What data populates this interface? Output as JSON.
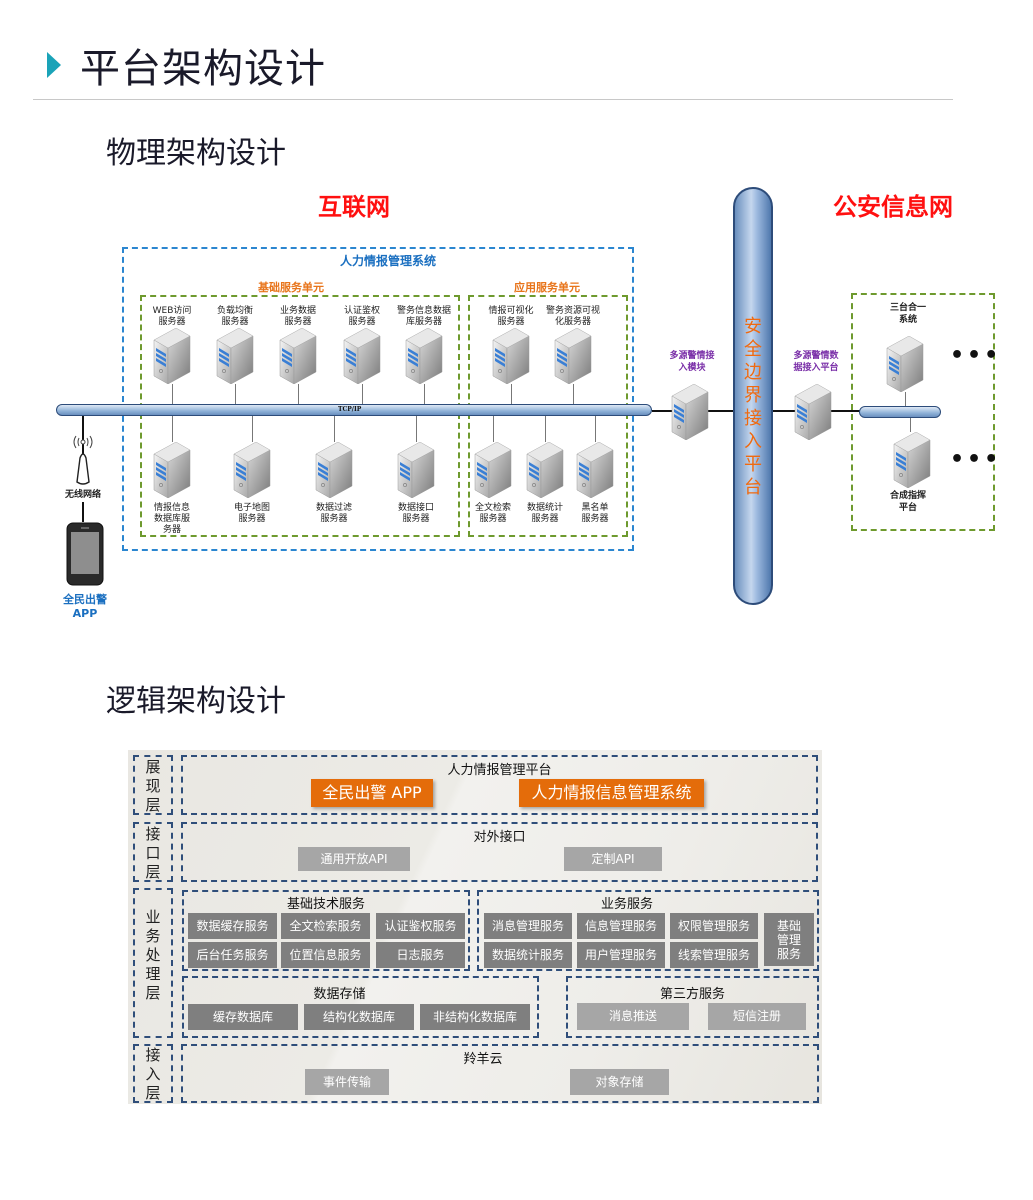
{
  "header": {
    "title": "平台架构设计",
    "arrow_color": "#1aa3b8"
  },
  "physical": {
    "section_title": "物理架构设计",
    "internet_label": "互联网",
    "police_net_label": "公安信息网",
    "system_title": "人力情报管理系统",
    "basic_unit_title": "基础服务单元",
    "app_unit_title": "应用服务单元",
    "bus_label": "TCP/IP",
    "basic_top_servers": [
      "WEB访问\n服务器",
      "负载均衡\n服务器",
      "业务数据\n服务器",
      "认证鉴权\n服务器",
      "警务信息数据\n库服务器"
    ],
    "basic_bottom_servers": [
      "情报信息\n数据库服\n务器",
      "电子地图\n服务器",
      "数据过滤\n服务器",
      "数据接口\n服务器"
    ],
    "app_top_servers": [
      "情报可视化\n服务器",
      "警务资源可视\n化服务器"
    ],
    "app_bottom_servers": [
      "全文检索\n服务器",
      "数据统计\n服务器",
      "黑名单\n服务器"
    ],
    "wireless_label": "无线网络",
    "phone_app_label": "全民出警\nAPP",
    "access_module_label": "多源警情接\n入模块",
    "boundary_platform_label": "安全边界接入平台",
    "access_platform_label": "多源警情数\n据接入平台",
    "police_top_system": "三台合一\n系统",
    "police_bottom_system": "合成指挥\n平台",
    "ellipsis": "•••",
    "colors": {
      "internet": "#ff1010",
      "unit_title": "#e8741a",
      "system_title": "#1a6fc0",
      "purple": "#7a2fa8",
      "boundary_text": "#f06a10"
    }
  },
  "logical": {
    "section_title": "逻辑架构设计",
    "layers": {
      "presentation": {
        "name": "展\n现\n层",
        "title": "人力情报管理平台",
        "buttons": [
          "全民出警  APP",
          "人力情报信息管理系统"
        ]
      },
      "interface": {
        "name": "接\n口\n层",
        "title": "对外接口",
        "items": [
          "通用开放API",
          "定制API"
        ]
      },
      "business": {
        "name": "业\n务\n处\n理\n层",
        "basic_tech": {
          "title": "基础技术服务",
          "items": [
            "数据缓存服务",
            "全文检索服务",
            "认证鉴权服务",
            "后台任务服务",
            "位置信息服务",
            "日志服务"
          ]
        },
        "business_services": {
          "title": "业务服务",
          "items": [
            "消息管理服务",
            "信息管理服务",
            "权限管理服务",
            "数据统计服务",
            "用户管理服务",
            "线索管理服务"
          ],
          "side_item": "基础\n管理\n服务"
        },
        "data_storage": {
          "title": "数据存储",
          "items": [
            "缓存数据库",
            "结构化数据库",
            "非结构化数据库"
          ]
        },
        "third_party": {
          "title": "第三方服务",
          "items": [
            "消息推送",
            "短信注册"
          ]
        }
      },
      "access": {
        "name": "接\n入\n层",
        "title": "羚羊云",
        "items": [
          "事件传输",
          "对象存储"
        ]
      }
    },
    "colors": {
      "orange_button": "#e46c0a",
      "dashed_border": "#2f4e7a",
      "gray_dark": "#7f7f7f",
      "gray_light": "#a6a6a6"
    }
  }
}
